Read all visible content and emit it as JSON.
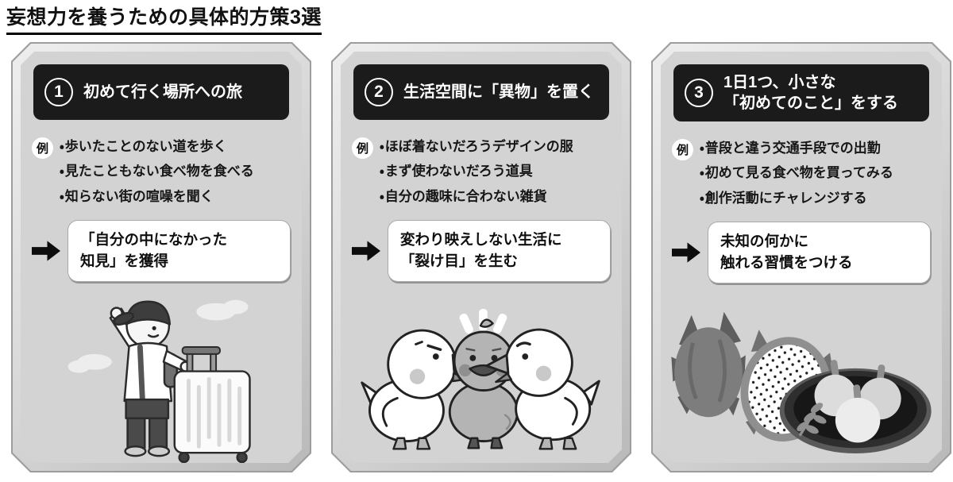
{
  "page": {
    "title": "妄想力を養うための具体的方策3選"
  },
  "ui": {
    "example_label": "例",
    "bullet_char": "・"
  },
  "colors": {
    "header_bg": "#1b1b1b",
    "header_text": "#ffffff",
    "panel_bg": "#d3d3d3",
    "panel_frame": "#c9c9c9",
    "panel_outline": "#9d9d9d",
    "result_box_bg": "#ffffff",
    "arrow": "#0d0d0d",
    "text": "#111111"
  },
  "panels": [
    {
      "number": "1",
      "heading_lines": [
        "初めて行く場所への旅"
      ],
      "examples": [
        "歩いたことのない道を歩く",
        "見たこともない食べ物を食べる",
        "知らない街の喧噪を聞く"
      ],
      "result_lines": [
        "「自分の中になかった",
        "知見」を獲得"
      ],
      "illustration": "traveler-with-suitcase"
    },
    {
      "number": "2",
      "heading_lines": [
        "生活空間に「異物」を置く"
      ],
      "examples": [
        "ほぼ着ないだろうデザインの服",
        "まず使わないだろう道具",
        "自分の趣味に合わない雑貨"
      ],
      "result_lines": [
        "変わり映えしない生活に",
        "「裂け目」を生む"
      ],
      "illustration": "three-ducklings"
    },
    {
      "number": "3",
      "heading_lines": [
        "1日1つ、小さな",
        "「初めてのこと」をする"
      ],
      "examples": [
        "普段と違う交通手段での出勤",
        "初めて見る食べ物を買ってみる",
        "創作活動にチャレンジする"
      ],
      "result_lines": [
        "未知の何かに",
        "触れる習慣をつける"
      ],
      "illustration": "dragon-fruit-and-plate"
    }
  ]
}
